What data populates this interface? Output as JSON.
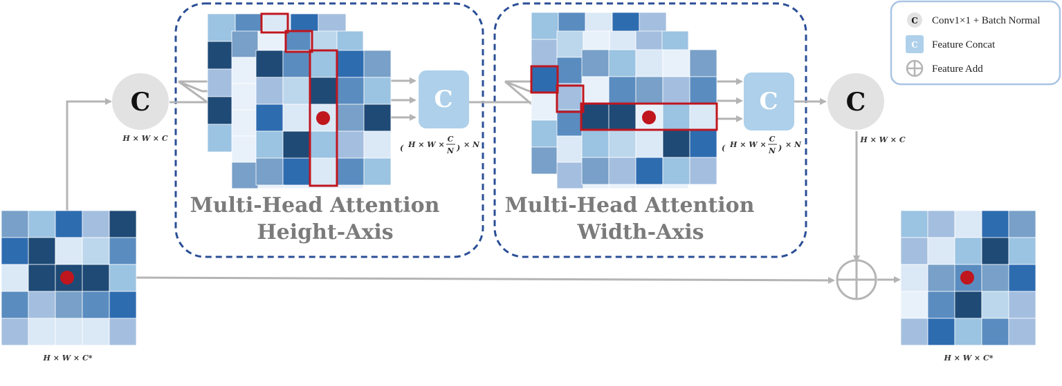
{
  "colors": {
    "cell_palette": [
      "#1f4a76",
      "#2e6cb0",
      "#5a8cc0",
      "#78a0c8",
      "#9bc3e2",
      "#a4bedf",
      "#bcd7ec",
      "#dbe8f6",
      "#e8f1fa"
    ],
    "highlight": "#c0161e",
    "dot": "#c0161e",
    "dashed_box": "#2a4e96",
    "arrow": "#b4b4b4",
    "conv_circle": "#e2e2e2",
    "concat_box": "#aed0ea",
    "legend_border": "#a9c4e4"
  },
  "labels": {
    "mha_height": [
      "Multi-Head Attention",
      "Height-Axis"
    ],
    "mha_width": [
      "Multi-Head Attention",
      "Width-Axis"
    ],
    "conv_symbol": "C",
    "concat_symbol": "C",
    "dim_hwc": "H × W × C",
    "dim_hwc_star": "H × W × C*",
    "dim_split_open": "(",
    "dim_split_hw": "H × W ×",
    "dim_split_num": "C",
    "dim_split_den": "N",
    "dim_split_close": ")",
    "dim_split_times_n": "× N"
  },
  "legend": {
    "items": [
      {
        "icon": "conv-icon",
        "symbol": "C",
        "text": "Conv1×1 + Batch Normal"
      },
      {
        "icon": "concat-icon",
        "symbol": "C",
        "text": "Feature Concat"
      },
      {
        "icon": "add-icon",
        "symbol": "",
        "text": "Feature Add"
      }
    ]
  }
}
